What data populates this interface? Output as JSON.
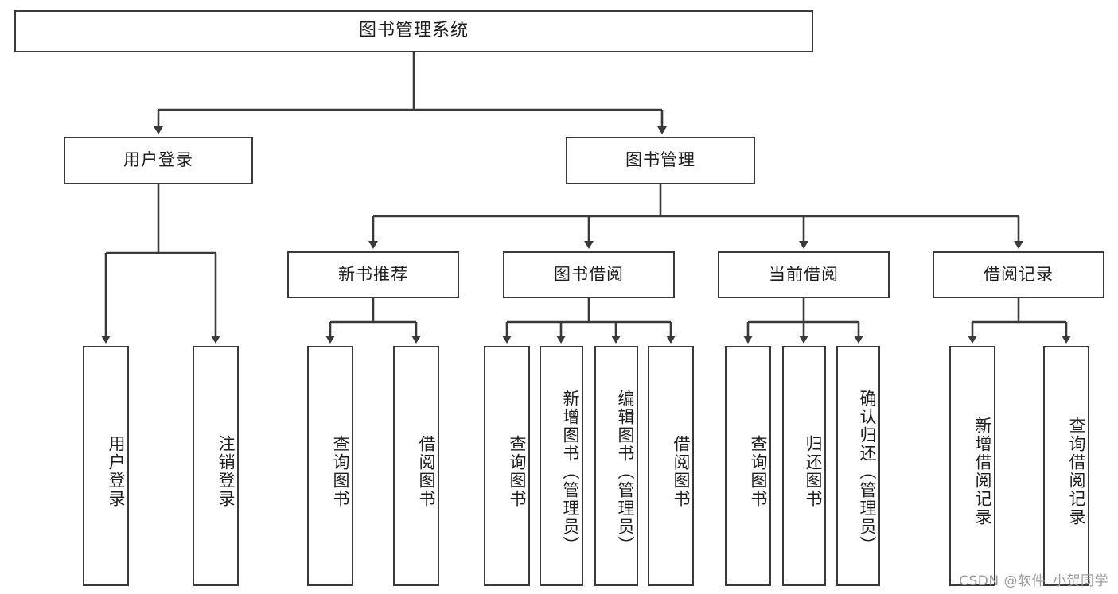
{
  "diagram": {
    "type": "tree",
    "title": "图书管理系统",
    "watermark": "CSDN @软件_小贺同学",
    "colors": {
      "box_border": "#3a3a3a",
      "box_fill": "#ffffff",
      "connector": "#3a3a3a",
      "text": "#1d1d1d",
      "watermark": "#9b9b9b",
      "background": "#ffffff"
    },
    "nodes": {
      "root": {
        "label": "图书管理系统"
      },
      "level2": [
        {
          "label": "用户登录"
        },
        {
          "label": "图书管理"
        }
      ],
      "level3": [
        {
          "label": "新书推荐"
        },
        {
          "label": "图书借阅"
        },
        {
          "label": "当前借阅"
        },
        {
          "label": "借阅记录"
        }
      ],
      "leaves_user_login": [
        {
          "label": "用户登录"
        },
        {
          "label": "注销登录"
        }
      ],
      "leaves_new_book": [
        {
          "label": "查询图书"
        },
        {
          "label": "借阅图书"
        }
      ],
      "leaves_borrow": [
        {
          "label": "查询图书"
        },
        {
          "label": "新增图书（管理员）"
        },
        {
          "label": "编辑图书（管理员）"
        },
        {
          "label": "借阅图书"
        }
      ],
      "leaves_current": [
        {
          "label": "查询图书"
        },
        {
          "label": "归还图书"
        },
        {
          "label": "确认归还（管理员）"
        }
      ],
      "leaves_record": [
        {
          "label": "新增借阅记录"
        },
        {
          "label": "查询借阅记录"
        }
      ]
    }
  }
}
